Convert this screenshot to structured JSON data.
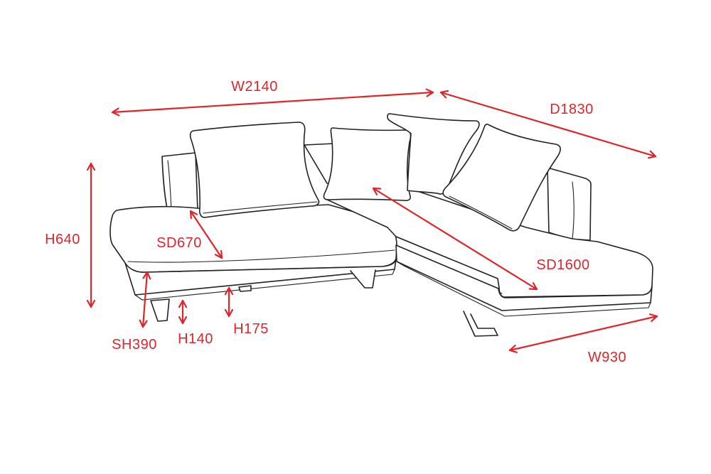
{
  "accent_color": "#e0242b",
  "line_color": "#222222",
  "dimensions": {
    "overall_width": "W2140",
    "overall_depth": "D1830",
    "height": "H640",
    "seat_depth_left": "SD670",
    "seat_depth_chaise": "SD1600",
    "seat_height": "SH390",
    "leg_height": "H140",
    "underside_height": "H175",
    "chaise_width": "W930"
  }
}
